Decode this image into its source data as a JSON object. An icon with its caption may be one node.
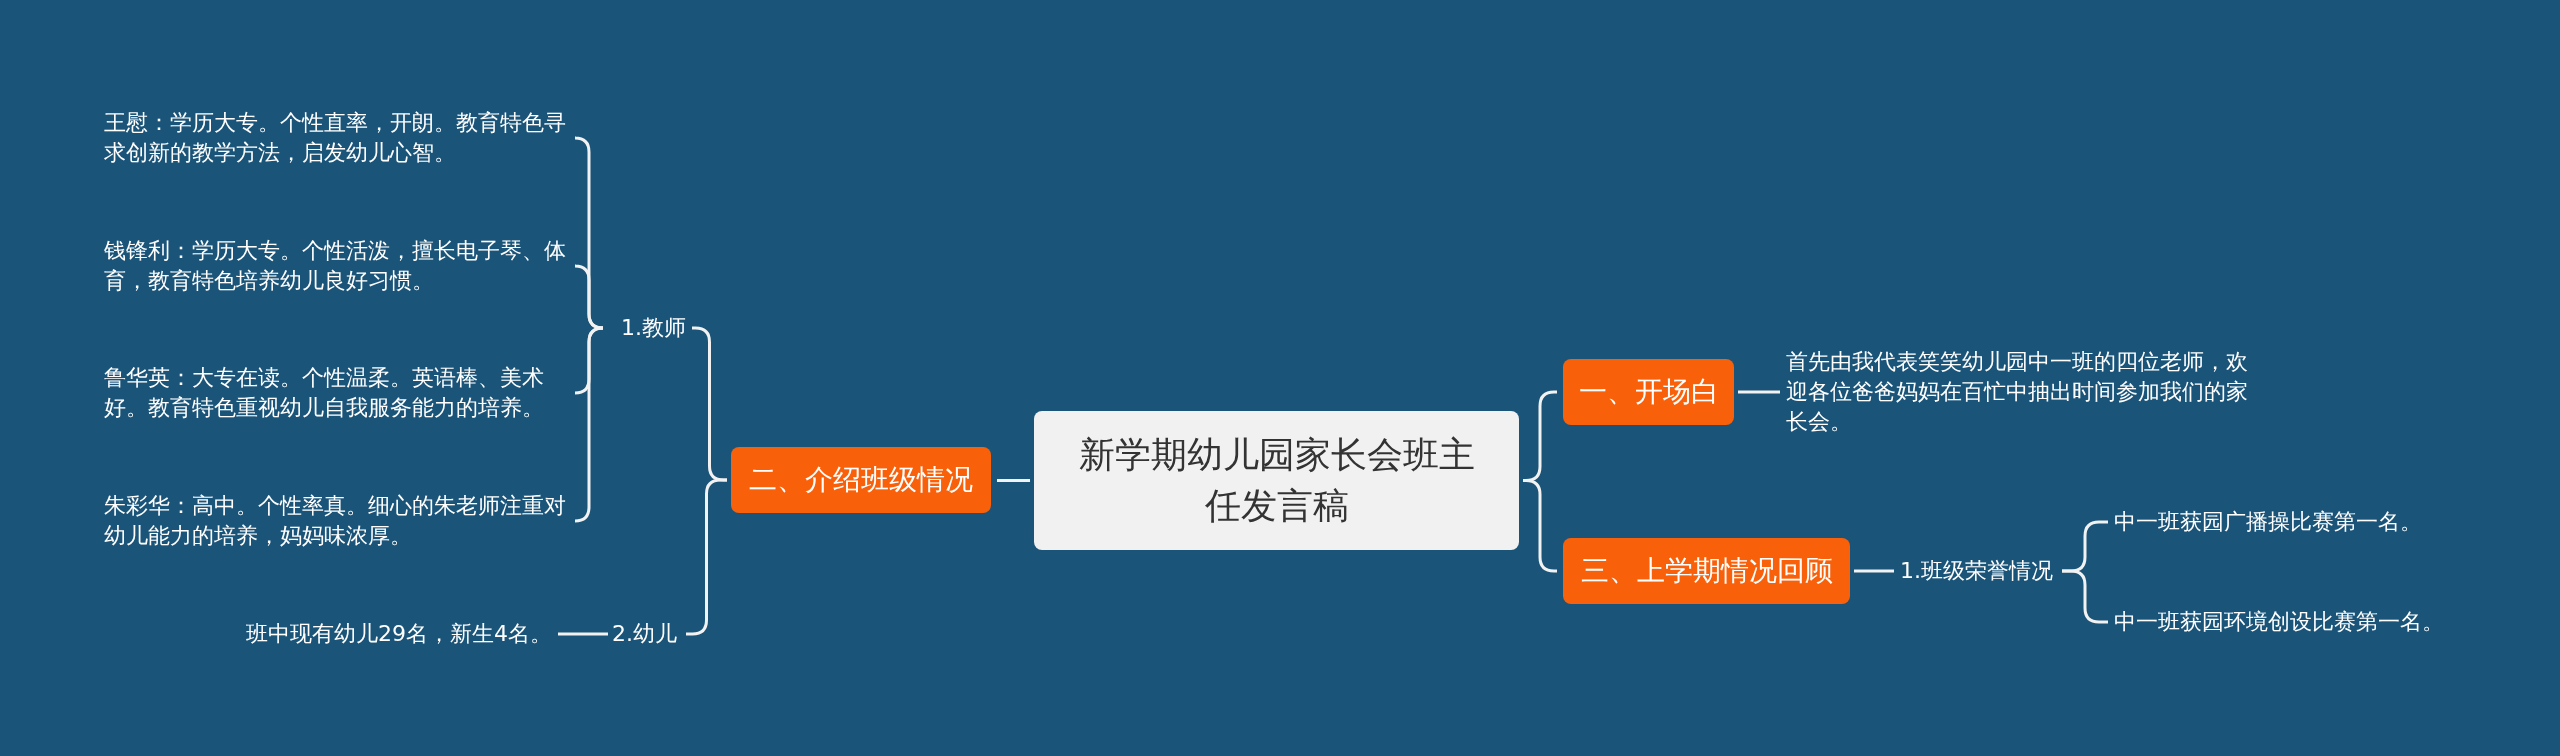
{
  "diagram": {
    "nodes": [
      {
        "text": [
          "新学期幼儿园家长会班主任发言稿"
        ]
      },
      {
        "text": [
          "二、介绍班级情况"
        ]
      },
      {
        "text": [
          "1.教师"
        ]
      },
      {
        "text": [
          "王慰：学历大专。个性直率，开朗。教育特色寻求创新的教学方法，启发幼儿心智。"
        ]
      },
      {
        "text": [
          "钱锋利：学历大专。个性活泼，擅长电子琴、体育，教育特色培养幼儿良好习惯。"
        ]
      },
      {
        "text": [
          "鲁华英：大专在读。个性温柔。英语棒、美术好。教育特色重视幼儿自我服务能力的培养。"
        ]
      },
      {
        "text": [
          "朱彩华：高中。个性率真。细心的朱老师注重对幼儿能力的培养，妈妈味浓厚。"
        ]
      },
      {
        "text": [
          "2.幼儿"
        ]
      },
      {
        "text": [
          "班中现有幼儿29名，新生4名。"
        ]
      },
      {
        "text": [
          "一、开场白"
        ]
      },
      {
        "text": [
          "首先由我代表笑笑幼儿园中一班的四位老师，欢迎各位爸爸妈妈在百忙中抽出时间参加我们的家长会。"
        ]
      },
      {
        "text": [
          "三、上学期情况回顾"
        ]
      },
      {
        "text": [
          "1.班级荣誉情况"
        ]
      },
      {
        "text": [
          "中一班获园广播操比赛第一名。"
        ]
      },
      {
        "text": [
          "中一班获园环境创设比赛第一名。"
        ]
      }
    ],
    "edges": [
      {
        "from": 0,
        "to": 1,
        "arrow": "none"
      },
      {
        "from": 1,
        "to": 2,
        "arrow": "none"
      },
      {
        "from": 2,
        "to": 3,
        "arrow": "none"
      },
      {
        "from": 2,
        "to": 4,
        "arrow": "none"
      },
      {
        "from": 2,
        "to": 5,
        "arrow": "none"
      },
      {
        "from": 2,
        "to": 6,
        "arrow": "none"
      },
      {
        "from": 1,
        "to": 7,
        "arrow": "none"
      },
      {
        "from": 7,
        "to": 8,
        "arrow": "none"
      },
      {
        "from": 0,
        "to": 9,
        "arrow": "none"
      },
      {
        "from": 9,
        "to": 10,
        "arrow": "none"
      },
      {
        "from": 0,
        "to": 11,
        "arrow": "none"
      },
      {
        "from": 11,
        "to": 12,
        "arrow": "none"
      },
      {
        "from": 12,
        "to": 13,
        "arrow": "none"
      },
      {
        "from": 12,
        "to": 14,
        "arrow": "none"
      }
    ]
  }
}
